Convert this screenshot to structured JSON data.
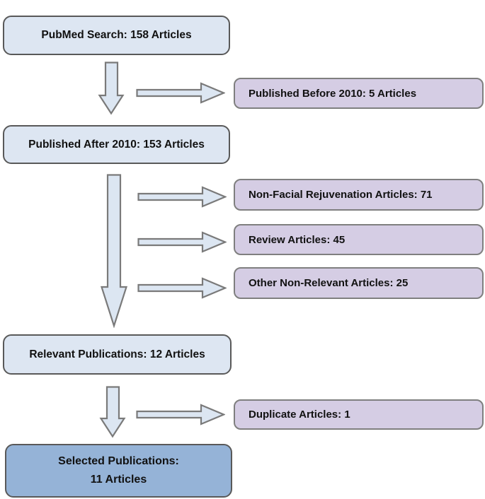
{
  "diagram_title": "PubMed article selection flowchart",
  "colors": {
    "light_blue": "#dde6f2",
    "purple": "#d5cde4",
    "selected_blue": "#95b3d7",
    "box_border": "#595959",
    "purple_border": "#7f7f7f",
    "arrow_fill": "#dce6f2",
    "arrow_border": "#7a7a7a"
  },
  "nodes": {
    "pubmed": "PubMed Search: 158 Articles",
    "published_after": "Published After 2010: 153 Articles",
    "relevant": "Relevant Publications: 12 Articles",
    "selected_line1": "Selected Publications:",
    "selected_line2": "11 Articles",
    "published_before": "Published Before 2010: 5 Articles",
    "non_facial": "Non-Facial Rejuvenation Articles: 71",
    "review": "Review Articles: 45",
    "other_non_relevant": "Other Non-Relevant Articles: 25",
    "duplicate": "Duplicate Articles: 1"
  }
}
